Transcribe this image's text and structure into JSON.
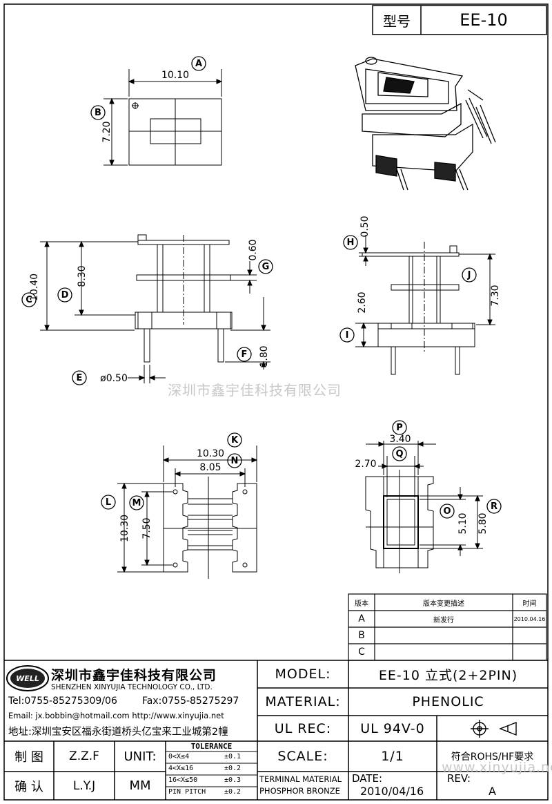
{
  "header": {
    "model_label": "型号",
    "model_value": "EE-10"
  },
  "callouts": {
    "A": "A",
    "B": "B",
    "C": "C",
    "D": "D",
    "E": "E",
    "F": "F",
    "G": "G",
    "H": "H",
    "I": "I",
    "J": "J",
    "K": "K",
    "L": "L",
    "M": "M",
    "N": "N",
    "O": "O",
    "P": "P",
    "Q": "Q",
    "R": "R"
  },
  "dimensions": {
    "A": "10.10",
    "B": "7.20",
    "C": "10.40",
    "D": "8.30",
    "E": "ø0.50",
    "F": "1.80",
    "G": "0.60",
    "H": "0.50",
    "I": "2.60",
    "J": "7.30",
    "K": "10.30",
    "N": "8.05",
    "L": "10.30",
    "M": "7.50",
    "P": "3.40",
    "Q": "2.70",
    "O": "5.10",
    "R": "5.80"
  },
  "watermark_center": "深圳市鑫宇佳科技有限公司",
  "watermark_corner": "www.xinyujia.net",
  "revision_table": {
    "headers": [
      "版本",
      "版本变更描述",
      "时间"
    ],
    "rows": [
      {
        "ver": "A",
        "desc": "新发行",
        "date": "2010.04.16"
      },
      {
        "ver": "B",
        "desc": "",
        "date": ""
      },
      {
        "ver": "C",
        "desc": "",
        "date": ""
      }
    ]
  },
  "company": {
    "logo": "WELL",
    "name_cn": "深圳市鑫宇佳科技有限公司",
    "name_en": "SHENZHEN XINYUJIA TECHNOLOGY CO., LTD.",
    "tel": "Tel:0755-85275309/06",
    "fax": "Fax:0755-85275297",
    "email": "Email: jx.bobbin@hotmail.com http://www.xinyujia.net",
    "address": "地址:深圳宝安区福永街道桥头亿宝来工业城第2幢"
  },
  "title_block": {
    "model_label": "MODEL:",
    "model_value": "EE-10 立式(2+2PIN)",
    "material_label": "MATERIAL:",
    "material_value": "PHENOLIC",
    "ulrec_label": "UL REC:",
    "ulrec_value": "UL 94V-0",
    "scale_label": "SCALE:",
    "scale_value": "1/1",
    "rohs": "符合ROHS/HF要求",
    "terminal_material_1": "TERMINAL MATERIAL",
    "terminal_material_2": "PHOSPHOR BRONZE",
    "date_label": "DATE:",
    "date_value": "2010/04/16",
    "rev_label": "REV:",
    "rev_value": "A",
    "drawn_label": "制 图",
    "drawn_value": "Z.Z.F",
    "checked_label": "确 认",
    "checked_value": "L.Y.J",
    "unit_label": "UNIT:",
    "unit_value": "MM"
  },
  "tolerance": {
    "title": "TOLERANCE",
    "rows": [
      {
        "range": "0<X≤4",
        "value": "±0.1"
      },
      {
        "range": "4<X≤16",
        "value": "±0.2"
      },
      {
        "range": "16<X≤50",
        "value": "±0.3"
      },
      {
        "range": "PIN PITCH",
        "value": "±0.2"
      }
    ]
  }
}
